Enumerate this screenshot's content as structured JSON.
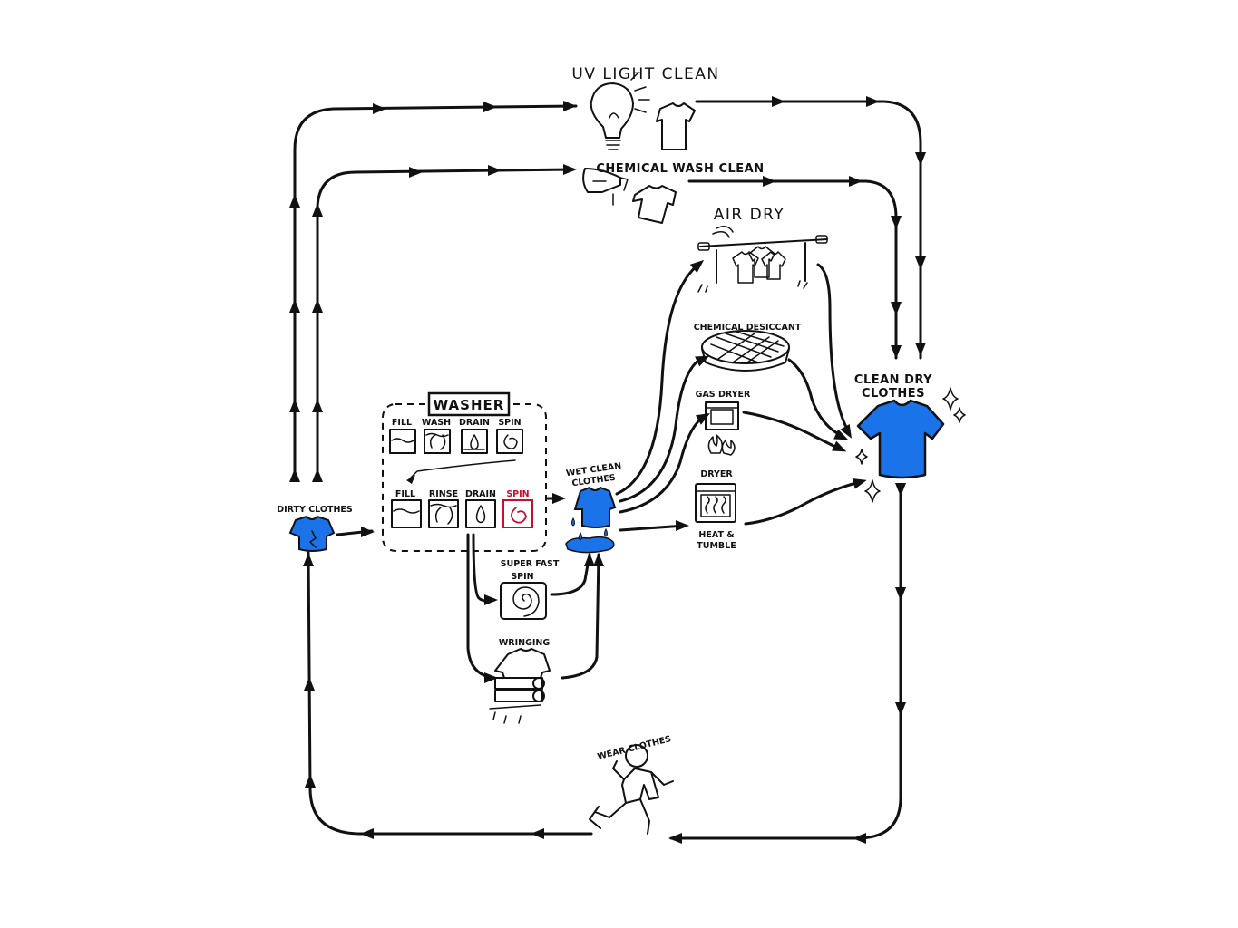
{
  "colors": {
    "ink": "#111111",
    "shirt_blue": "#1a73e8",
    "spin_red": "#c8102e",
    "background": "#ffffff"
  },
  "labels": {
    "uv_light_clean": "UV LIGHT CLEAN",
    "chemical_wash_clean": "CHEMICAL WASH CLEAN",
    "air_dry": "AIR DRY",
    "chemical_desiccant": "CHEMICAL DESICCANT",
    "gas_dryer": "GAS DRYER",
    "dryer": "DRYER",
    "heat_line1": "HEAT &",
    "heat_line2": "TUMBLE",
    "clean_dry_line1": "CLEAN DRY",
    "clean_dry_line2": "CLOTHES",
    "washer": "WASHER",
    "wet_clean_line1": "WET CLEAN",
    "wet_clean_line2": "CLOTHES",
    "dirty_clothes": "DIRTY CLOTHES",
    "super_fast_line1": "SUPER FAST",
    "super_fast_line2": "SPIN",
    "wringing": "WRINGING",
    "wear_clothes": "WEAR CLOTHES"
  },
  "washer_steps": {
    "row1": [
      "FILL",
      "WASH",
      "DRAIN",
      "SPIN"
    ],
    "row2": [
      "FILL",
      "RINSE",
      "DRAIN",
      "SPIN"
    ]
  },
  "icons": [
    "light-bulb-icon",
    "shirt-icon",
    "spray-bottle-icon",
    "clothes-rack-icon",
    "desiccant-dish-icon",
    "gas-dryer-icon",
    "flame-icon",
    "dryer-icon",
    "sparkle-icon",
    "spin-drum-icon",
    "wringer-icon",
    "running-person-icon",
    "water-puddle-icon"
  ]
}
